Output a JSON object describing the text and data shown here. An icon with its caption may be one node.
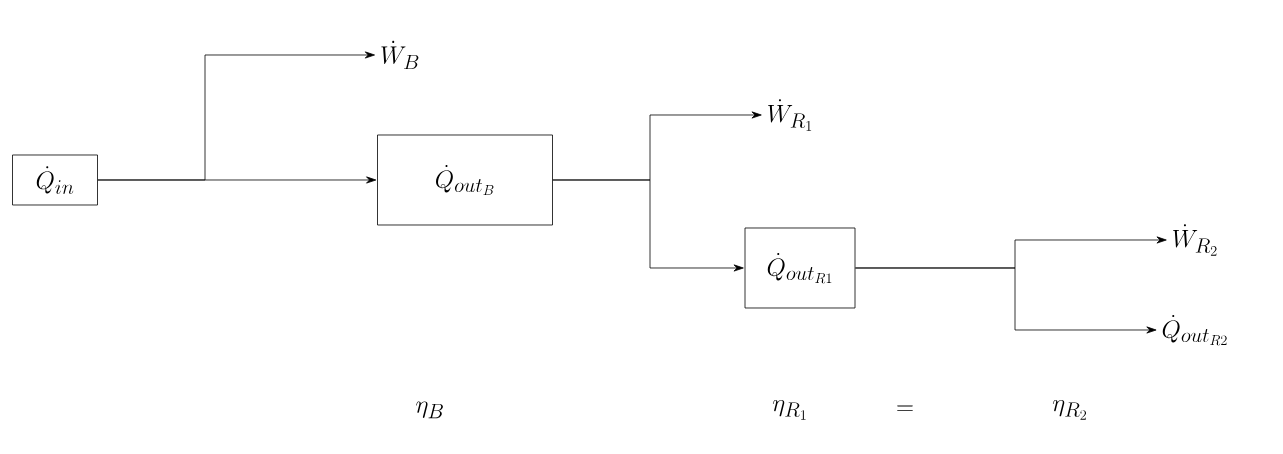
{
  "diagram": {
    "nodes": [
      {
        "text": [
          "\\dot{Q}_{in}"
        ]
      },
      {
        "text": [
          "\\dot{W}_{B}"
        ]
      },
      {
        "text": [
          "\\dot{Q}_{out_{B}}"
        ]
      },
      {
        "text": [
          "\\dot{W}_{R_1}"
        ]
      },
      {
        "text": [
          "\\dot{Q}_{out_{R1}}"
        ]
      },
      {
        "text": [
          "\\dot{W}_{R_2}"
        ]
      },
      {
        "text": [
          "\\dot{Q}_{out_{R2}}"
        ]
      }
    ],
    "edges": [
      {
        "from": 0,
        "to": 1,
        "arrow": "to"
      },
      {
        "from": 0,
        "to": 2,
        "arrow": "to"
      },
      {
        "from": 2,
        "to": 3,
        "arrow": "to"
      },
      {
        "from": 2,
        "to": 4,
        "arrow": "to"
      },
      {
        "from": 4,
        "to": 5,
        "arrow": "to"
      },
      {
        "from": 4,
        "to": 6,
        "arrow": "to"
      }
    ],
    "labels": [
      "\\eta_{B}",
      "\\eta_{R_1}",
      "=",
      "\\eta_{R_2}"
    ]
  }
}
